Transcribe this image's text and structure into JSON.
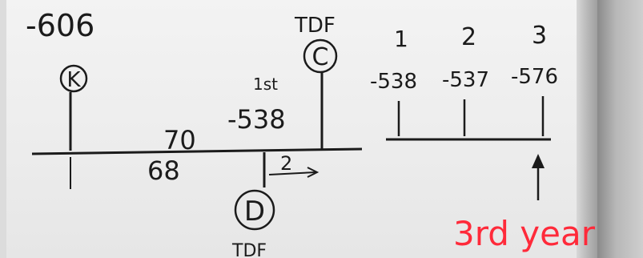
{
  "left_diagram": {
    "value_top_left": "-606",
    "node_k_label": "K",
    "node_c_label": "C",
    "node_c_tag": "TDF",
    "node_d_label": "D",
    "node_d_tag": "TDF",
    "value_70": "70",
    "value_68": "68",
    "value_1st": "1st",
    "value_538": "-538",
    "value_2": "2"
  },
  "right_diagram": {
    "ticks": [
      {
        "label": "1",
        "value": "-538"
      },
      {
        "label": "2",
        "value": "-537"
      },
      {
        "label": "3",
        "value": "-576"
      }
    ],
    "note": "3rd year"
  },
  "colors": {
    "ink": "#1b1b1b",
    "red_ink": "#ff2a3a",
    "board": "#f0f0f0"
  }
}
